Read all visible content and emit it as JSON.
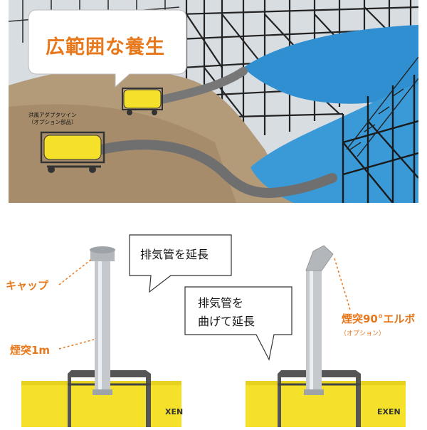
{
  "top_scene": {
    "headline": "広範囲な養生",
    "adapter_label_line1": "洪風アダプタツイン",
    "adapter_label_line2": "（オプション部品）"
  },
  "bottom_scene": {
    "left_bubble": "排気管を延長",
    "right_bubble_line1": "排気管を",
    "right_bubble_line2": "曲げて延長",
    "cap_label": "キャップ",
    "chimney_label": "煙突1m",
    "elbow_label": "煙突90°エルボ",
    "elbow_sub": "（オプション）",
    "brand_left": "XEN",
    "brand_right": "EXEN"
  },
  "colors": {
    "accent": "#e8781c",
    "heater_yellow": "#f5e12a",
    "water_blue": "#2f8fd0",
    "ground_brown": "#b39a78"
  }
}
